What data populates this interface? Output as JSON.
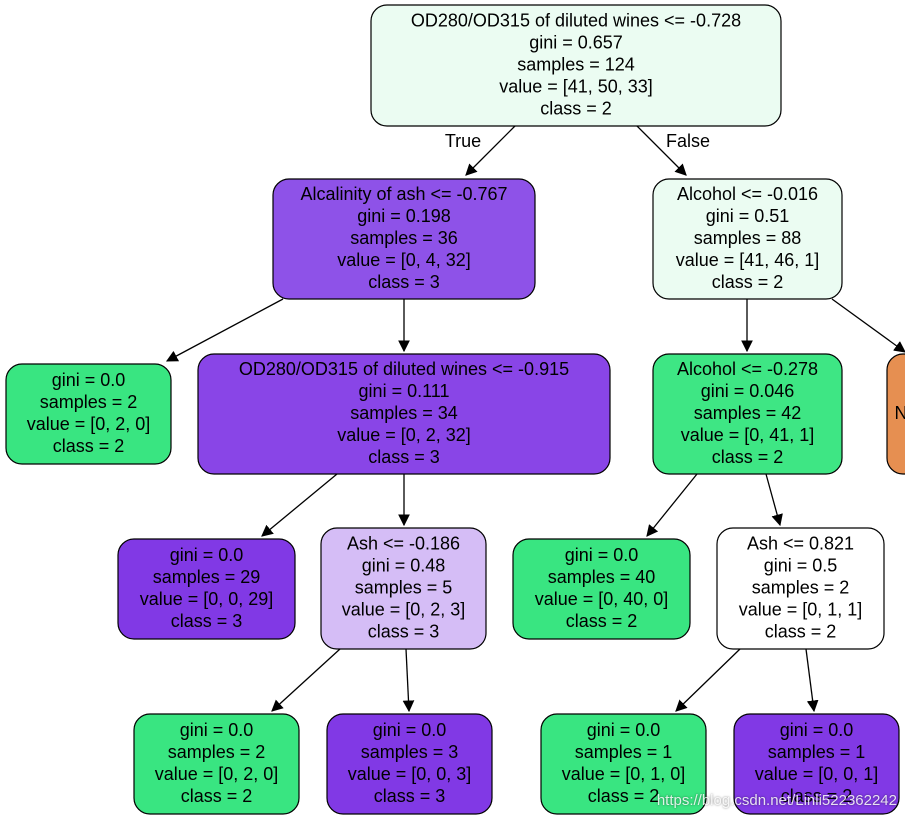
{
  "tree": {
    "edge_labels": {
      "true": "True",
      "false": "False"
    },
    "nodes": [
      {
        "id": "n0",
        "lines": [
          "OD280/OD315 of diluted wines <= -0.728",
          "gini = 0.657",
          "samples = 124",
          "value = [41, 50, 33]",
          "class = 2"
        ],
        "fill": "#ebfcf2"
      },
      {
        "id": "n1",
        "lines": [
          "Alcalinity of ash <= -0.767",
          "gini = 0.198",
          "samples = 36",
          "value = [0, 4, 32]",
          "class = 3"
        ],
        "fill": "#8e52e8"
      },
      {
        "id": "n2",
        "lines": [
          "Alcohol <= -0.016",
          "gini = 0.51",
          "samples = 88",
          "value = [41, 46, 1]",
          "class = 2"
        ],
        "fill": "#ebfcf2"
      },
      {
        "id": "n3",
        "lines": [
          "gini = 0.0",
          "samples = 2",
          "value = [0, 2, 0]",
          "class = 2"
        ],
        "fill": "#39e581"
      },
      {
        "id": "n4",
        "lines": [
          "OD280/OD315 of diluted wines <= -0.915",
          "gini = 0.111",
          "samples = 34",
          "value = [0, 2, 32]",
          "class = 3"
        ],
        "fill": "#8945e7"
      },
      {
        "id": "n5",
        "lines": [
          "Alcohol <= -0.278",
          "gini = 0.046",
          "samples = 42",
          "value = [0, 41, 1]",
          "class = 2"
        ],
        "fill": "#3ee684"
      },
      {
        "id": "n6",
        "lines": [
          "N"
        ],
        "fill": "#e68f51"
      },
      {
        "id": "n7",
        "lines": [
          "gini = 0.0",
          "samples = 29",
          "value = [0, 0, 29]",
          "class = 3"
        ],
        "fill": "#8139e5"
      },
      {
        "id": "n8",
        "lines": [
          "Ash <= -0.186",
          "gini = 0.48",
          "samples = 5",
          "value = [0, 2, 3]",
          "class = 3"
        ],
        "fill": "#d5bdf6"
      },
      {
        "id": "n9",
        "lines": [
          "gini = 0.0",
          "samples = 40",
          "value = [0, 40, 0]",
          "class = 2"
        ],
        "fill": "#39e581"
      },
      {
        "id": "n10",
        "lines": [
          "Ash <= 0.821",
          "gini = 0.5",
          "samples = 2",
          "value = [0, 1, 1]",
          "class = 2"
        ],
        "fill": "#ffffff"
      },
      {
        "id": "n11",
        "lines": [
          "gini = 0.0",
          "samples = 2",
          "value = [0, 2, 0]",
          "class = 2"
        ],
        "fill": "#39e581"
      },
      {
        "id": "n12",
        "lines": [
          "gini = 0.0",
          "samples = 3",
          "value = [0, 0, 3]",
          "class = 3"
        ],
        "fill": "#8139e5"
      },
      {
        "id": "n13",
        "lines": [
          "gini = 0.0",
          "samples = 1",
          "value = [0, 1, 0]",
          "class = 2"
        ],
        "fill": "#39e581"
      },
      {
        "id": "n14",
        "lines": [
          "gini = 0.0",
          "samples = 1",
          "value = [0, 0, 1]",
          "class = 2"
        ],
        "fill": "#8139e5"
      }
    ],
    "edges": [
      {
        "from": "n0",
        "to": "n1",
        "label": "true"
      },
      {
        "from": "n0",
        "to": "n2",
        "label": "false"
      },
      {
        "from": "n1",
        "to": "n3"
      },
      {
        "from": "n1",
        "to": "n4"
      },
      {
        "from": "n2",
        "to": "n5"
      },
      {
        "from": "n2",
        "to": "n6"
      },
      {
        "from": "n4",
        "to": "n7"
      },
      {
        "from": "n4",
        "to": "n8"
      },
      {
        "from": "n5",
        "to": "n9"
      },
      {
        "from": "n5",
        "to": "n10"
      },
      {
        "from": "n8",
        "to": "n11"
      },
      {
        "from": "n8",
        "to": "n12"
      },
      {
        "from": "n10",
        "to": "n13"
      },
      {
        "from": "n10",
        "to": "n14"
      }
    ]
  },
  "watermark": "https://blog.csdn.net/Linli522362242"
}
